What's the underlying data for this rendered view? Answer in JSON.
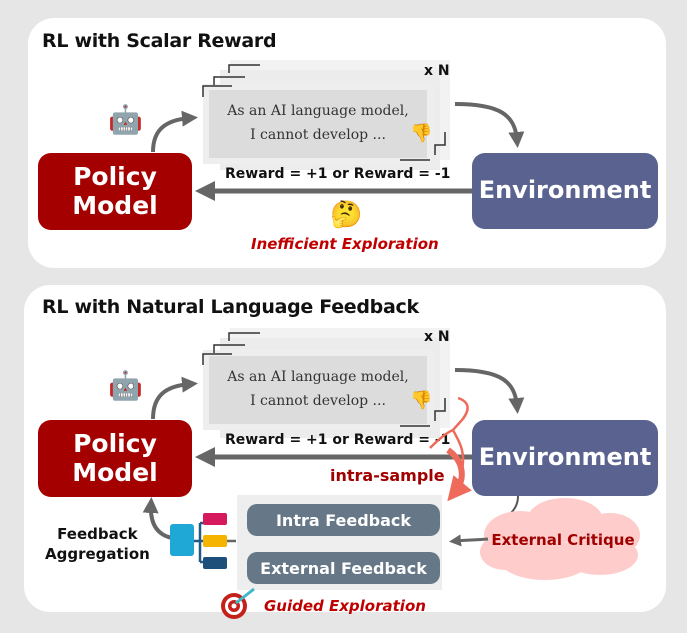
{
  "top_panel": {
    "title": "RL with Scalar Reward",
    "policy_label": "Policy\nModel",
    "environment_label": "Environment",
    "sample_text": "As an AI language model, I cannot develop ...",
    "sample_multiplier": "x N",
    "reward_text": "Reward = +1 or Reward = -1",
    "caption": "Inefficient Exploration",
    "icons": [
      "robot-icon",
      "thumbs-down-icon",
      "thinking-face-icon"
    ]
  },
  "bottom_panel": {
    "title": "RL with Natural Language Feedback",
    "policy_label": "Policy\nModel",
    "environment_label": "Environment",
    "sample_text": "As an AI language model, I cannot develop ...",
    "sample_multiplier": "x N",
    "reward_text": "Reward = +1 or Reward = -1",
    "intra_sample_label": "intra-sample",
    "feedback_items": [
      "Intra Feedback",
      "External Feedback"
    ],
    "external_critique": "External Critique",
    "aggregation_label": "Feedback\nAggregation",
    "caption": "Guided Exploration",
    "icons": [
      "robot-icon",
      "thumbs-down-icon",
      "mind-map-icon",
      "target-dart-icon"
    ]
  },
  "colors": {
    "policy": "#a50000",
    "environment": "#5a6390",
    "caption_red": "#c00000",
    "feedback_pill": "#667788",
    "cloud": "#ffcccc",
    "brace": "#f07060",
    "arrow": "#666666",
    "background": "#e6e6e6"
  }
}
